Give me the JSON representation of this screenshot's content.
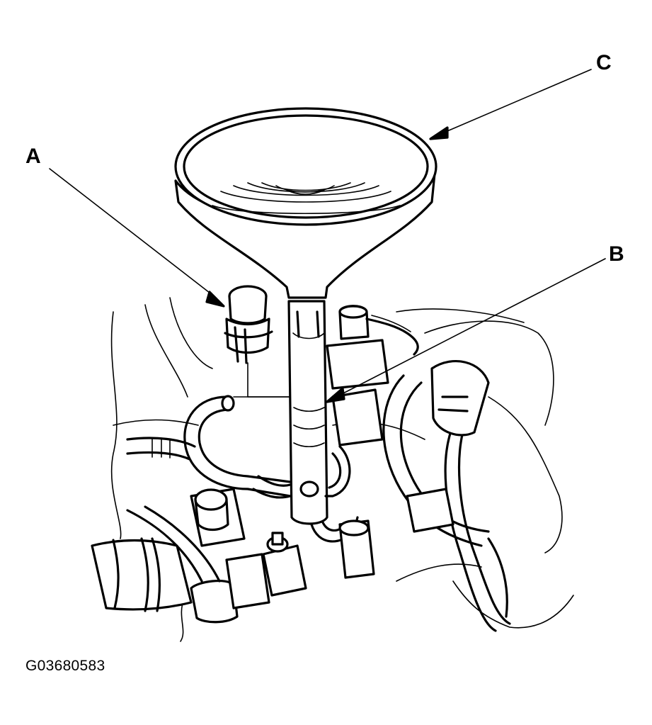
{
  "labels": {
    "a": "A",
    "b": "B",
    "c": "C"
  },
  "figure_id": "G03680583",
  "colors": {
    "ink": "#000000",
    "paper": "#ffffff"
  }
}
